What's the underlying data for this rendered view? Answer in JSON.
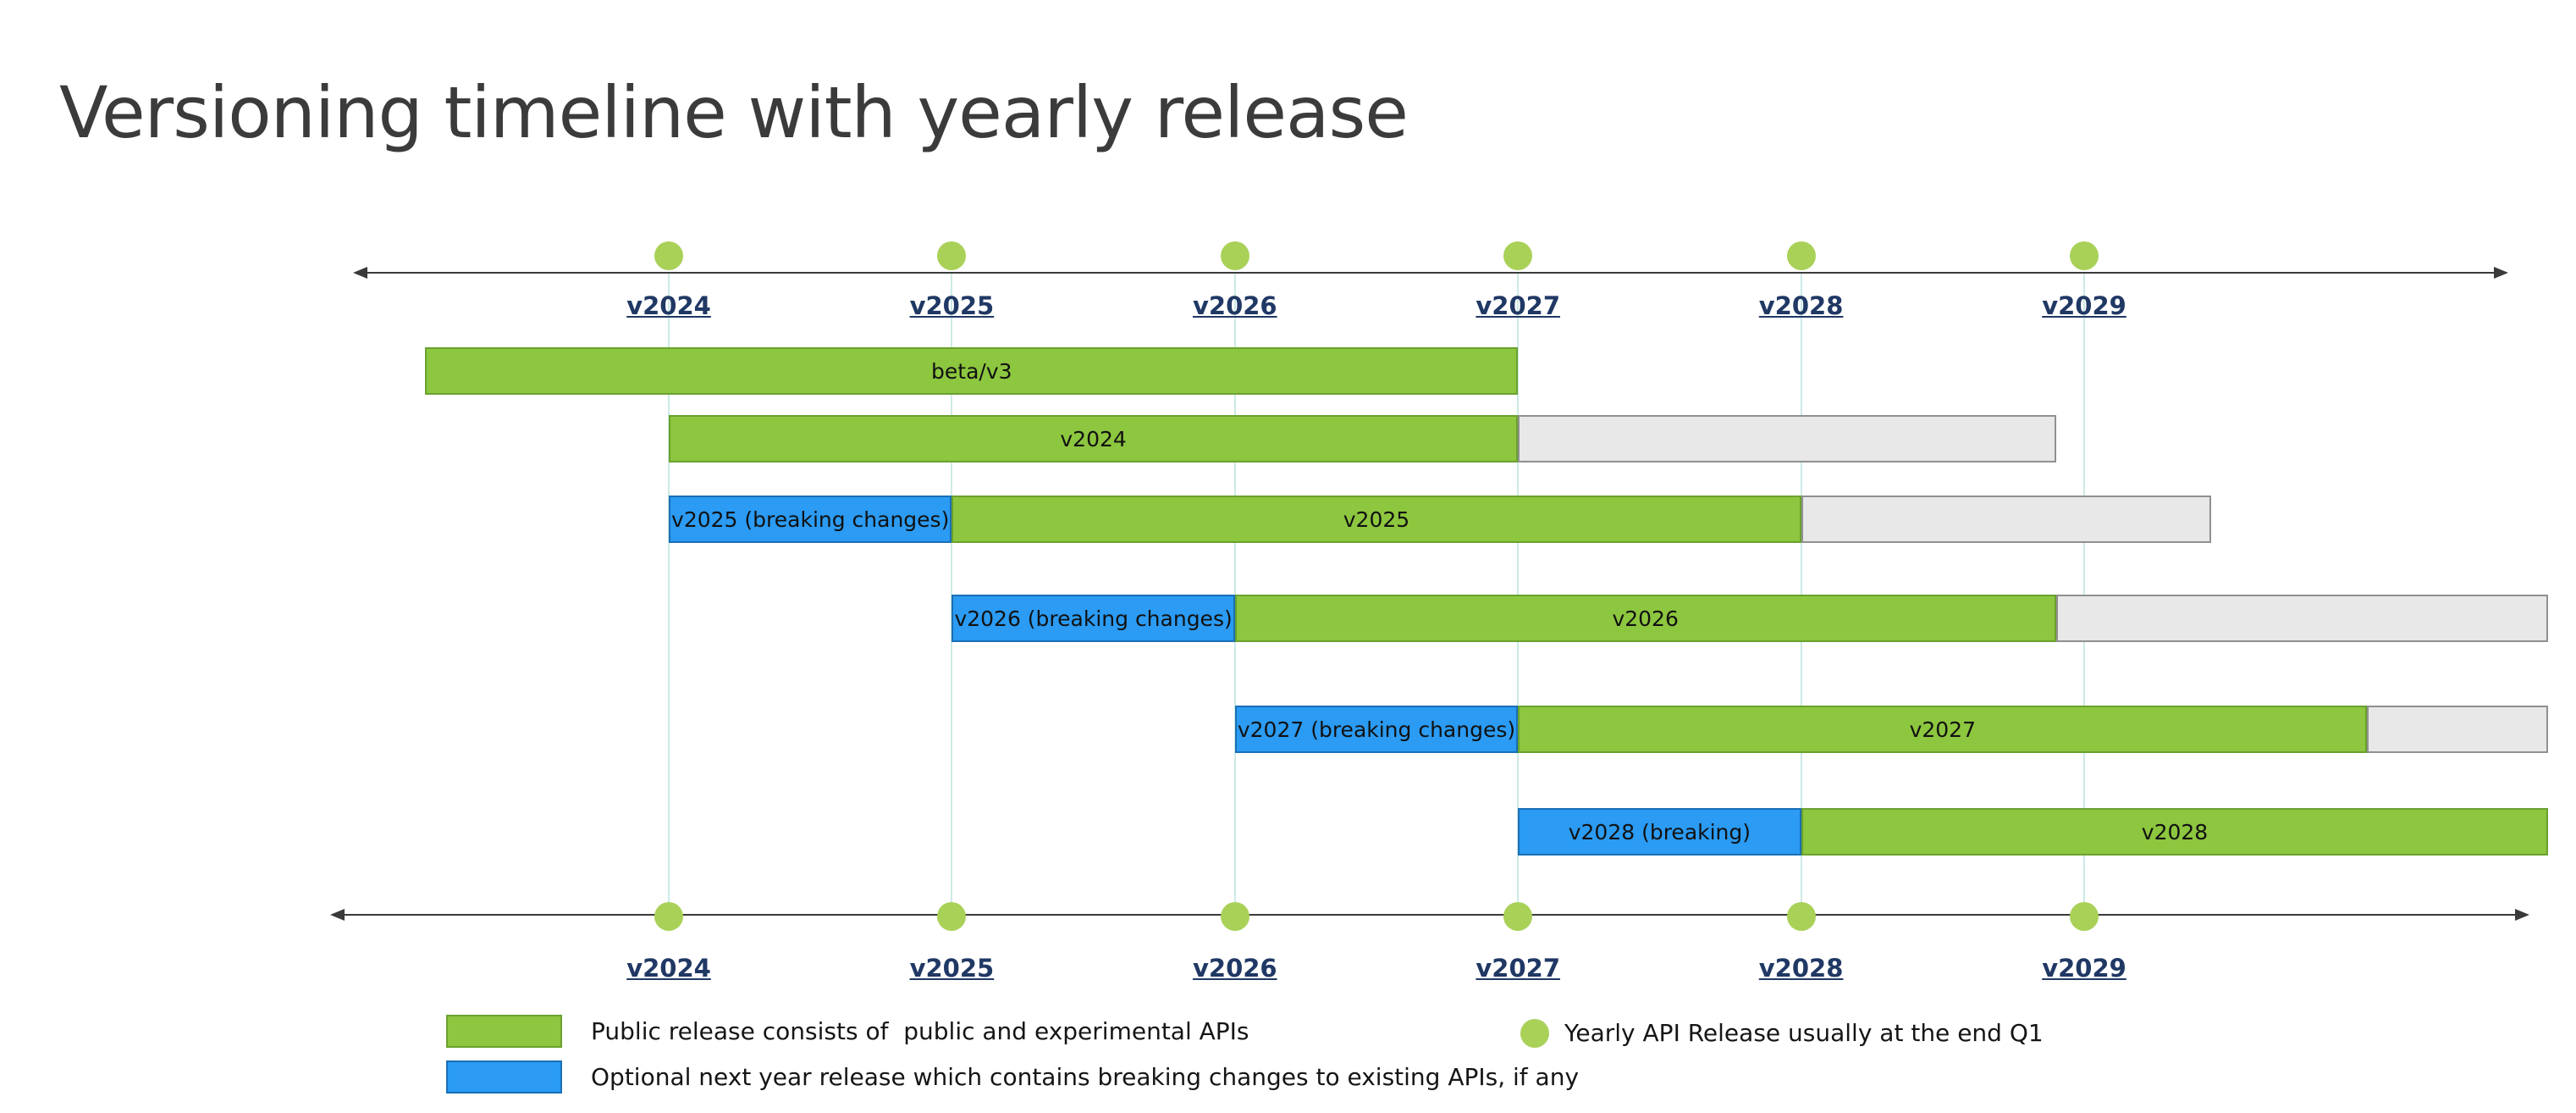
{
  "title": "Versioning timeline with yearly release",
  "timeline": {
    "start_year": 2024,
    "years": [
      "v2024",
      "v2025",
      "v2026",
      "v2027",
      "v2028",
      "v2029"
    ]
  },
  "rows": [
    {
      "segments": [
        {
          "kind": "public",
          "label": "beta/v3",
          "start": 2023.14,
          "end": 2027
        }
      ]
    },
    {
      "segments": [
        {
          "kind": "public",
          "label": "v2024",
          "start": 2024,
          "end": 2027
        },
        {
          "kind": "placeholder",
          "label": "",
          "start": 2027,
          "end": 2028.9
        }
      ]
    },
    {
      "segments": [
        {
          "kind": "breaking",
          "label": "v2025 (breaking changes)",
          "start": 2024,
          "end": 2025
        },
        {
          "kind": "public",
          "label": "v2025",
          "start": 2025,
          "end": 2028
        },
        {
          "kind": "placeholder",
          "label": "",
          "start": 2028,
          "end": 2029.45
        }
      ]
    },
    {
      "segments": [
        {
          "kind": "breaking",
          "label": "v2026 (breaking changes)",
          "start": 2025,
          "end": 2026
        },
        {
          "kind": "public",
          "label": "v2026",
          "start": 2026,
          "end": 2028.9
        },
        {
          "kind": "placeholder",
          "label": "",
          "start": 2028.9,
          "end": 2030.64
        }
      ]
    },
    {
      "segments": [
        {
          "kind": "breaking",
          "label": "v2027 (breaking changes)",
          "start": 2026,
          "end": 2027
        },
        {
          "kind": "public",
          "label": "v2027",
          "start": 2027,
          "end": 2030.0
        },
        {
          "kind": "placeholder",
          "label": "",
          "start": 2030.0,
          "end": 2030.64
        }
      ]
    },
    {
      "segments": [
        {
          "kind": "breaking",
          "label": "v2028 (breaking)",
          "start": 2027,
          "end": 2028
        },
        {
          "kind": "public",
          "label": "v2028",
          "start": 2028,
          "end": 2030.64
        }
      ]
    }
  ],
  "legend": {
    "public_label": "Public release consists of  public and experimental APIs",
    "breaking_label": "Optional next year release which contains breaking changes to existing APIs, if any",
    "dot_label": "Yearly API Release usually at the end Q1"
  },
  "colors": {
    "public_fill": "#8dc63f",
    "public_border": "#6aa12e",
    "breaking_fill": "#2b9bf3",
    "breaking_border": "#1a6fb5",
    "placeholder_fill": "#e8e8e8",
    "placeholder_border": "#909090",
    "dot_fill": "#a9d158",
    "gridline": "#cdeae6",
    "axis_line": "#3a3a3a",
    "year_label": "#203864"
  }
}
